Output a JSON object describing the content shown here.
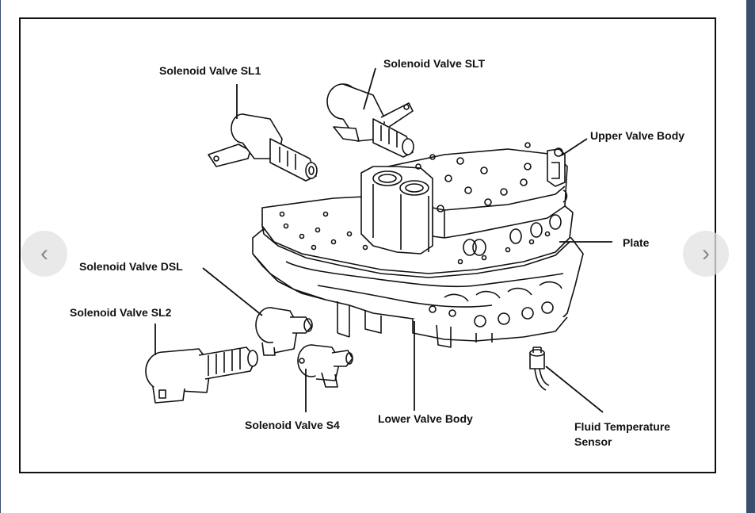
{
  "labels": {
    "sl1": "Solenoid Valve SL1",
    "slt": "Solenoid Valve SLT",
    "upper": "Upper Valve Body",
    "plate": "Plate",
    "dsl": "Solenoid Valve DSL",
    "sl2": "Solenoid Valve SL2",
    "s4": "Solenoid Valve S4",
    "lower": "Lower Valve Body",
    "fluid1": "Fluid Temperature",
    "fluid2": "Sensor"
  },
  "nav": {
    "prev_icon": "chevron-left-icon",
    "next_icon": "chevron-right-icon",
    "prev_glyph": "‹",
    "next_glyph": "›"
  },
  "colors": {
    "frame_bg": "#3a4f6b",
    "line": "#111111"
  }
}
